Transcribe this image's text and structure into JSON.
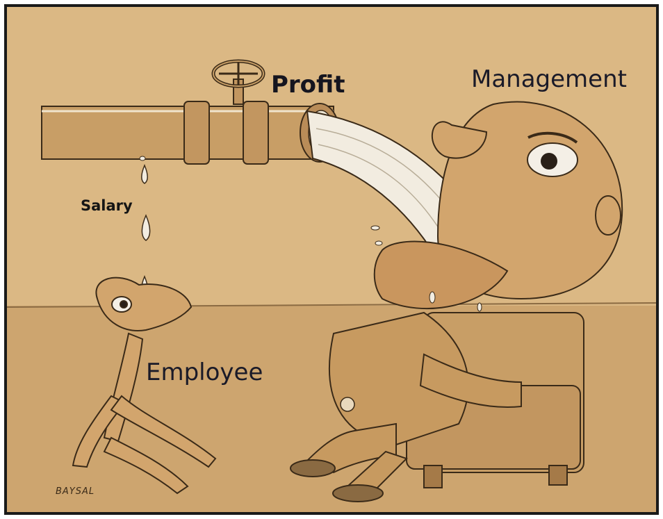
{
  "labels": {
    "profit": "Profit",
    "management": "Management",
    "salary": "Salary",
    "employee": "Employee"
  },
  "signature": "BAYSAL",
  "colors": {
    "background": "#d8b47e",
    "ground": "#cda56f",
    "wall": "#dbb884",
    "pipe": "#c89e66",
    "skin": "#d2a56d",
    "suit": "#c79a60",
    "outline": "#3a2a18",
    "water": "#f2ece0",
    "frame": "#1a1a1a"
  }
}
